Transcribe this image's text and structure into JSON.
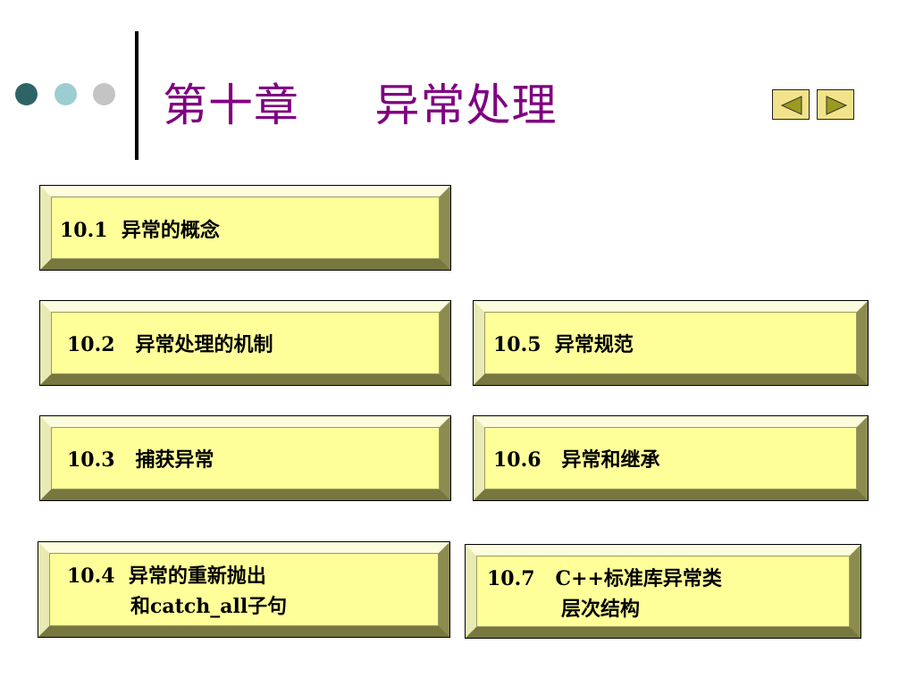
{
  "header": {
    "title": "第十章     异常处理",
    "dots": [
      "#2f6466",
      "#9ccdd0",
      "#c4c4c4"
    ],
    "prev_icon": "triangle-left-icon",
    "next_icon": "triangle-right-icon"
  },
  "sections": {
    "s1": "10.1  异常的概念",
    "s2": "10.2   异常处理的机制",
    "s3": "10.3   捕获异常",
    "s4_line1": "10.4  异常的重新抛出",
    "s4_line2": "和catch_all子句",
    "s5": "10.5  异常规范",
    "s6": "10.6   异常和继承",
    "s7_line1": "10.7   C++标准库异常类",
    "s7_line2": "层次结构"
  },
  "colors": {
    "title": "#800080",
    "box_face": "#ffff99",
    "nav_button": "#f2e38a"
  }
}
